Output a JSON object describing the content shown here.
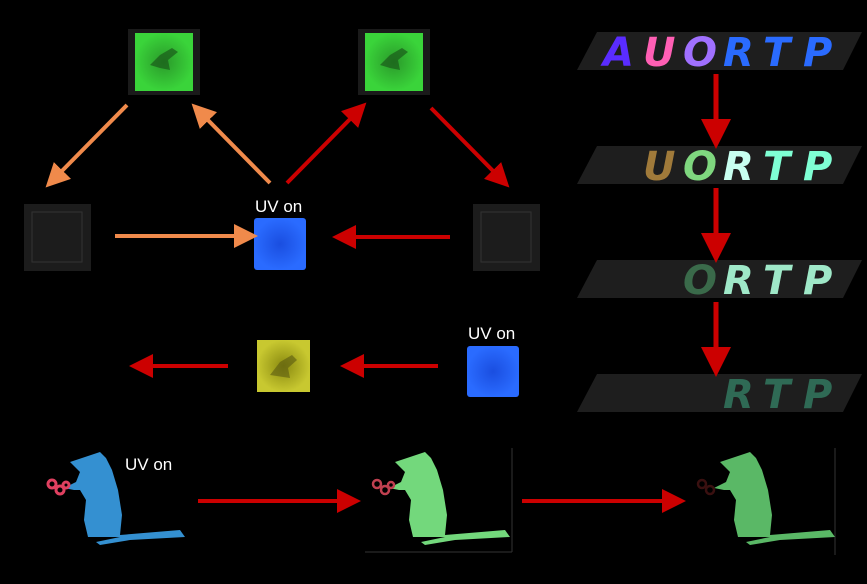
{
  "labels": {
    "uv_on_1": "UV on",
    "uv_on_2": "UV on",
    "uv_on_3": "UV on"
  },
  "panels": [
    {
      "letters": [
        "A",
        "U",
        "O",
        "R",
        "T",
        "P"
      ],
      "colors": [
        "#5a2cff",
        "#ff5fb4",
        "#a070ff",
        "#2a6bff",
        "#2a6bff",
        "#2a6bff"
      ]
    },
    {
      "letters": [
        "U",
        "O",
        "R",
        "T",
        "P"
      ],
      "colors": [
        "#a07a3a",
        "#7fd77f",
        "#c8fff0",
        "#7fffd4",
        "#7fffd4"
      ]
    },
    {
      "letters": [
        "O",
        "R",
        "T",
        "P"
      ],
      "colors": [
        "#3a6a4a",
        "#9fe8c8",
        "#9fe8c8",
        "#9fe8c8"
      ]
    },
    {
      "letters": [
        "R",
        "T",
        "P"
      ],
      "colors": [
        "#2f6a55",
        "#2f6a55",
        "#2f6a55"
      ]
    }
  ],
  "colors": {
    "orange_arrow": "#f08a4b",
    "red_arrow": "#cc0000",
    "green_glow": "#2fbf3a",
    "blue_glow": "#1a5cff",
    "yellow_glow": "#b8b820",
    "rat_blue": "#3aa0e8",
    "rat_green": "#7ff08a"
  }
}
